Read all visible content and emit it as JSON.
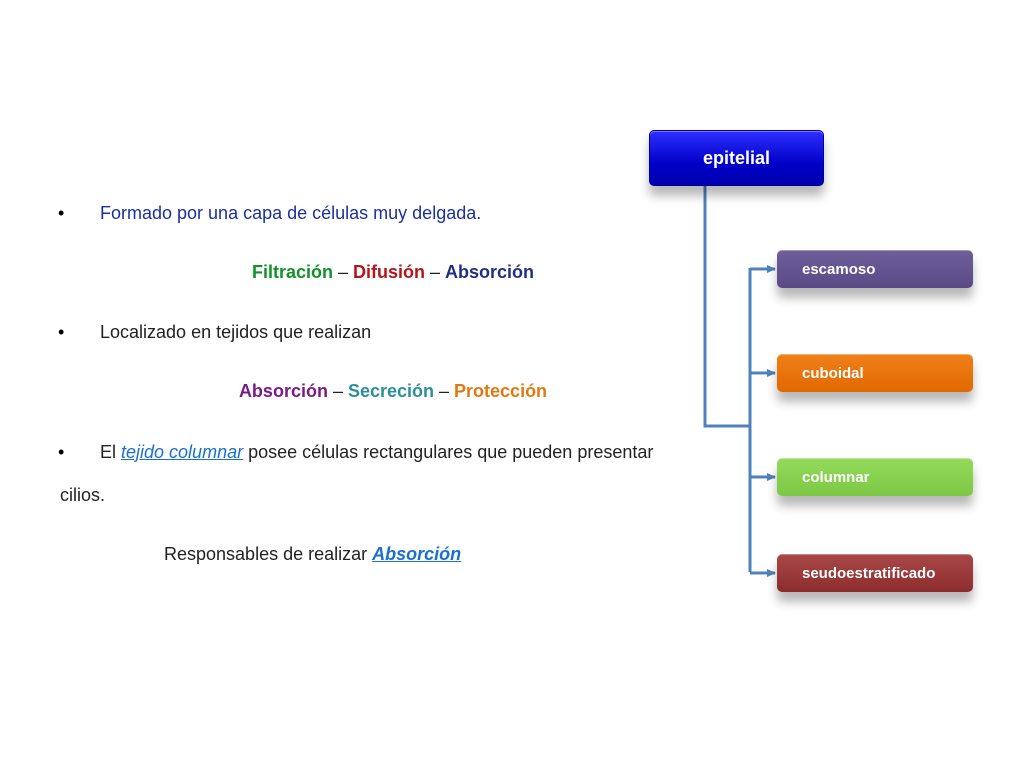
{
  "text": {
    "bullet": "•",
    "line1": "Formado por una capa de células muy delgada.",
    "list1": {
      "a": "Filtración",
      "sep1": " – ",
      "b": "Difusión",
      "sep2": " – ",
      "c": "Absorción"
    },
    "line2": "Localizado en tejidos que realizan",
    "list2": {
      "a": "Absorción",
      "sep1": " – ",
      "b": "Secreción",
      "sep2": " – ",
      "c": "Protección"
    },
    "line3": {
      "pre": "El ",
      "link": "tejido columnar",
      "post": " posee células rectangulares que pueden presentar"
    },
    "line3b": "cilios.",
    "line4": {
      "pre": "Responsables de realizar ",
      "link": "Absorción"
    }
  },
  "diagram": {
    "root": "epitelial",
    "children": [
      "escamoso",
      "cuboidal",
      "columnar",
      "seudoestratificado"
    ]
  },
  "colors": {
    "root": "#0000c8",
    "escamoso": "#5a4a86",
    "cuboidal": "#e06800",
    "columnar": "#7cc843",
    "seudoestratificado": "#8c2c2c",
    "connector": "#4f81bd"
  }
}
